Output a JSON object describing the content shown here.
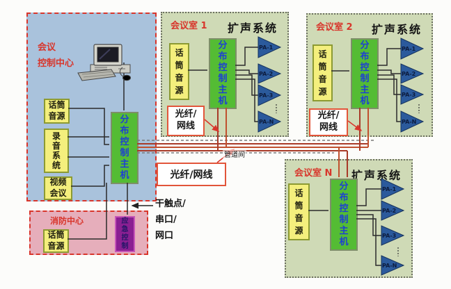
{
  "colors": {
    "accent_red": "#d8352b",
    "control_bg": "#a9c2dc",
    "room_bg": "#cfdab6",
    "fire_bg": "#e6aebb",
    "source_yellow": "#f4ef7d",
    "host_green": "#54bc34",
    "host_text_blue": "#1d3fd4",
    "emergency_purple": "#8a1f92",
    "amplifier_blue": "#2b5a9c",
    "bus_line_red": "#a83a28"
  },
  "control_center": {
    "title": "会议\n控制中心",
    "mic_source": "话筒\n音源",
    "recording_system": "录\n音\n系\n统",
    "video_conference": "视频\n会议",
    "host": "分\n布\n控\n制\n主\n机"
  },
  "fire_center": {
    "title": "消防中心",
    "mic_source": "话筒\n音源",
    "emergency_control": "应\n急\n控\n制"
  },
  "rooms": [
    {
      "title": "会议室 1",
      "pa_system": "扩声系统",
      "mic_source": "话\n筒\n音\n源",
      "host": "分\n布\n控\n制\n主\n机",
      "pa": [
        "PA-1",
        "PA-2",
        "PA-3",
        "PA-N"
      ],
      "fiber": "光纤/\n网线"
    },
    {
      "title": "会议室 2",
      "pa_system": "扩声系统",
      "mic_source": "话\n筒\n音\n源",
      "host": "分\n布\n控\n制\n主\n机",
      "pa": [
        "PA-1",
        "PA-2",
        "PA-3",
        "PA-N"
      ],
      "fiber": "光纤/\n网线"
    },
    {
      "title": "会议室 N",
      "pa_system": "扩声系统",
      "mic_source": "话\n筒\n音\n源",
      "host": "分\n布\n控\n制\n主\n机",
      "pa": [
        "PA-1",
        "PA-2",
        "PA-3",
        "PA-N"
      ]
    }
  ],
  "annotations": {
    "trunk_ports": "干触点/\n串口/\n网口",
    "duct_room": "管道间",
    "fiber_mid": "光纤/网线"
  }
}
